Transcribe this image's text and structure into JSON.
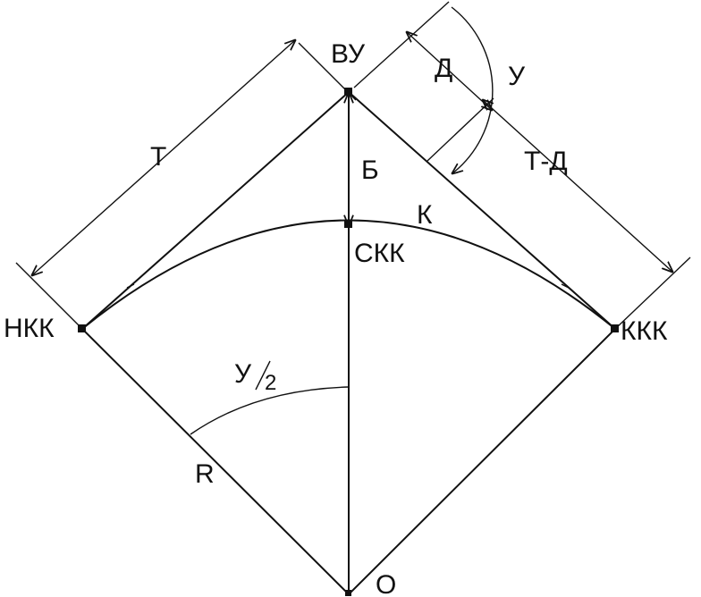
{
  "labels": {
    "vu": "ВУ",
    "d": "Д",
    "u": "У",
    "t": "Т",
    "td": "Т-Д",
    "b": "Б",
    "k": "К",
    "skk": "СКК",
    "nkk": "НКК",
    "kkk": "ККК",
    "half_u_num": "У",
    "half_u_den": "2",
    "r": "R",
    "o": "О"
  }
}
